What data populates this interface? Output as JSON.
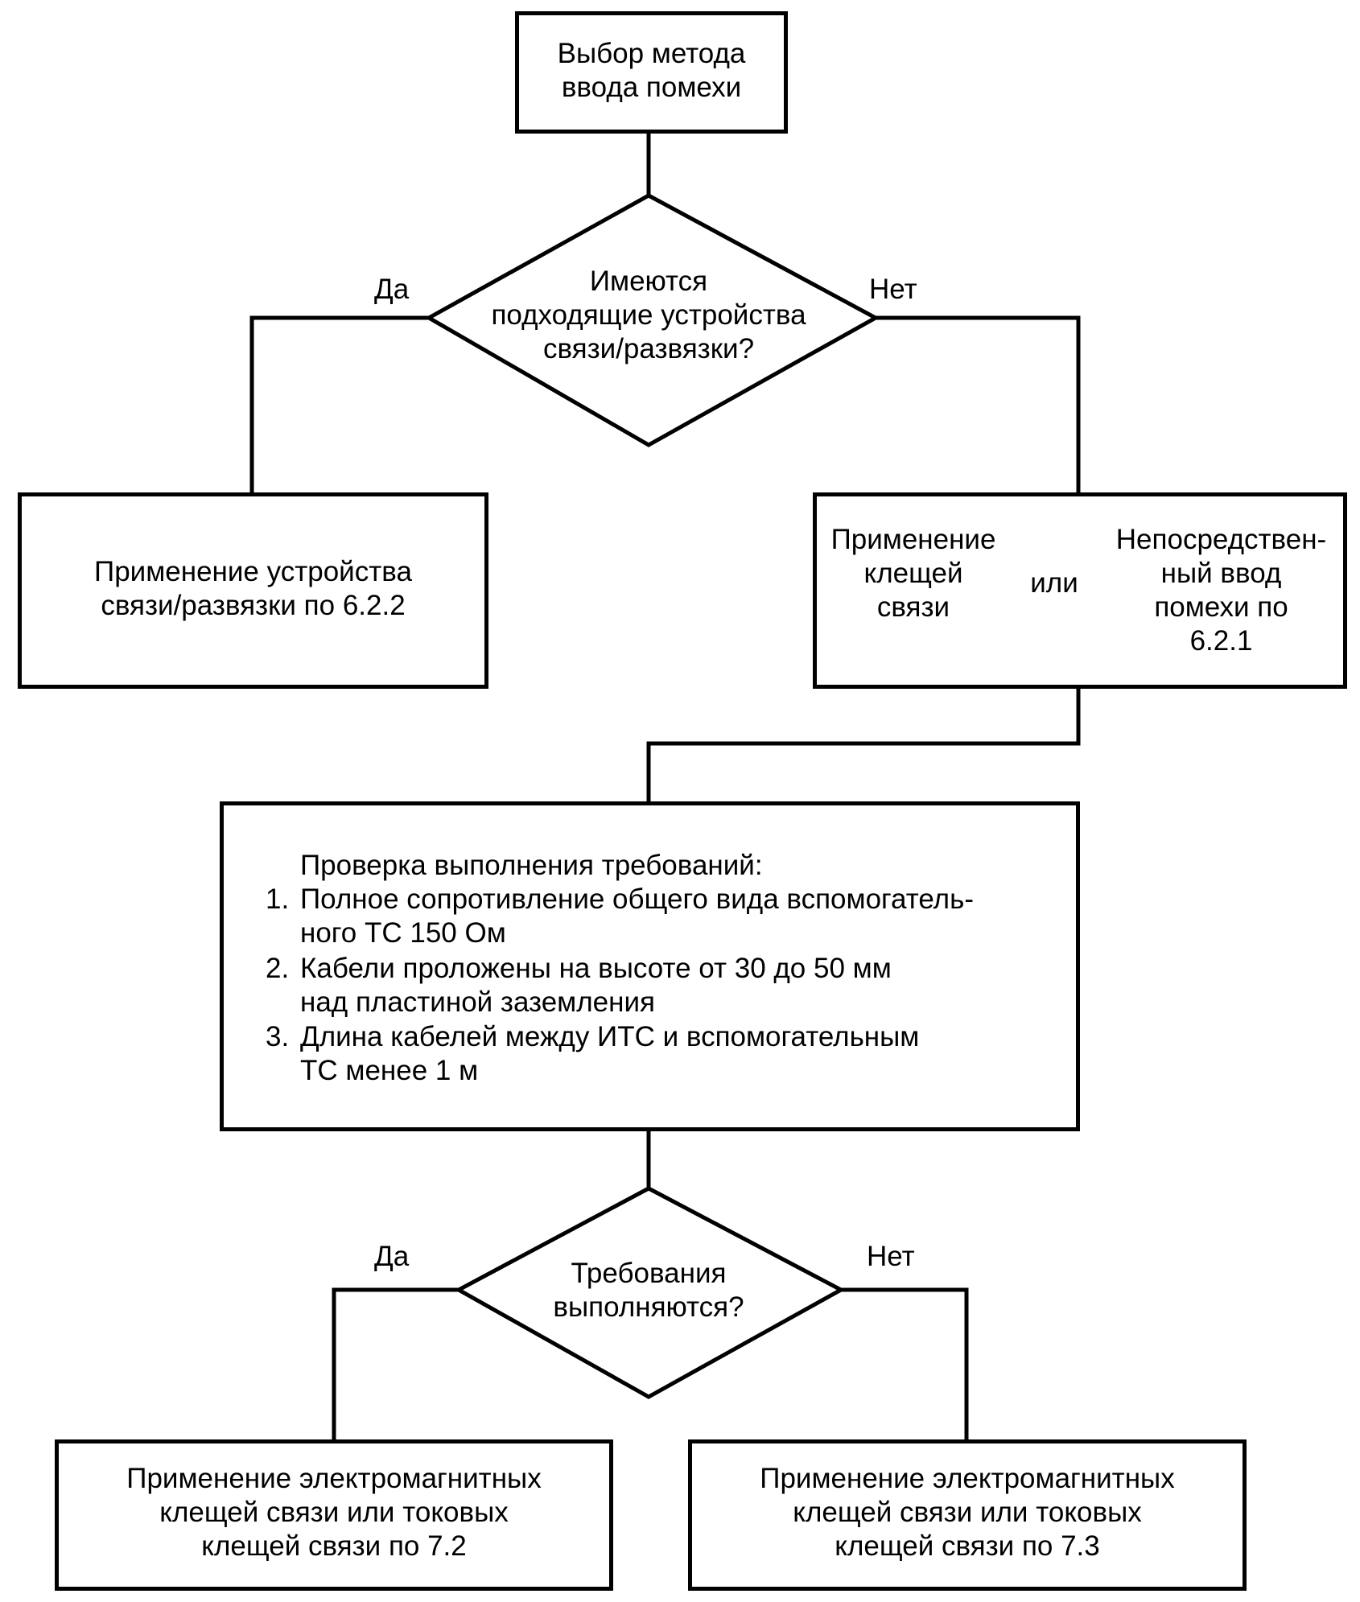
{
  "start": {
    "line1": "Выбор метода",
    "line2": "ввода помехи"
  },
  "decision1": {
    "line1": "Имеются",
    "line2": "подходящие устройства",
    "line3": "связи/развязки?",
    "yes": "Да",
    "no": "Нет"
  },
  "box_yes1": {
    "line1": "Применение устройства",
    "line2": "связи/развязки по 6.2.2"
  },
  "box_no1": {
    "left": {
      "line1": "Применение",
      "line2": "клещей",
      "line3": "связи"
    },
    "or": "или",
    "right": {
      "line1": "Непосредствен-",
      "line2": "ный ввод",
      "line3": "помехи по",
      "line4": "6.2.1"
    }
  },
  "check": {
    "title": "Проверка выполнения требований:",
    "item1_num": "1.",
    "item1_line1": "Полное сопротивление общего вида вспомогатель-",
    "item1_line2": "ного ТС 150 Ом",
    "item2_num": "2.",
    "item2_line1": "Кабели проложены на высоте от 30 до 50 мм",
    "item2_line2": "над пластиной заземления",
    "item3_num": "3.",
    "item3_line1": "Длина кабелей между ИТС и вспомогательным",
    "item3_line2": "ТС  менее 1 м"
  },
  "decision2": {
    "line1": "Требования",
    "line2": "выполняются?",
    "yes": "Да",
    "no": "Нет"
  },
  "box_yes2": {
    "line1": "Применение электромагнитных",
    "line2": "клещей связи или токовых",
    "line3": "клещей связи по 7.2"
  },
  "box_no2": {
    "line1": "Применение электромагнитных",
    "line2": "клещей связи или токовых",
    "line3": "клещей связи по 7.3"
  }
}
